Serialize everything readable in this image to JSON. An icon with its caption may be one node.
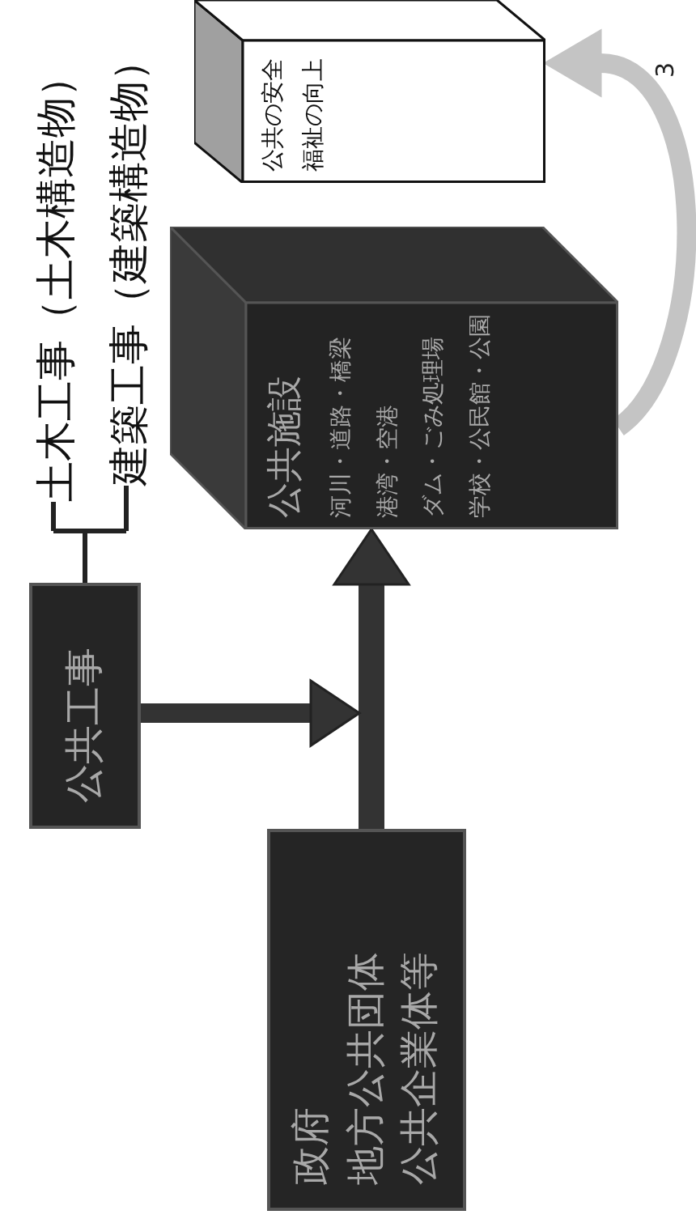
{
  "diagram": {
    "nodes": [
      {
        "text": [
          "政府",
          "地方公共団体",
          "公共企業体等"
        ]
      },
      {
        "text": [
          "公共工事"
        ]
      },
      {
        "text": [
          "土木工事（土木構造物）"
        ]
      },
      {
        "text": [
          "建築工事（建築構造物）"
        ]
      },
      {
        "text": [
          "公共施設",
          "河川・道路・橋梁",
          "港湾・空港",
          "ダム・ごみ処理場",
          "学校・公民館・公園"
        ]
      },
      {
        "text": [
          "公共の安全",
          "福祉の向上"
        ]
      }
    ],
    "edges": [
      {
        "from": 0,
        "to": 4,
        "arrow": "to"
      },
      {
        "from": 1,
        "to": null,
        "arrow": "to"
      },
      {
        "from": 1,
        "to": 2,
        "arrow": "none"
      },
      {
        "from": 1,
        "to": 3,
        "arrow": "none"
      },
      {
        "from": 4,
        "to": 5,
        "arrow": "to",
        "color": "#c4c4c4"
      }
    ],
    "labels": [
      "3"
    ]
  }
}
